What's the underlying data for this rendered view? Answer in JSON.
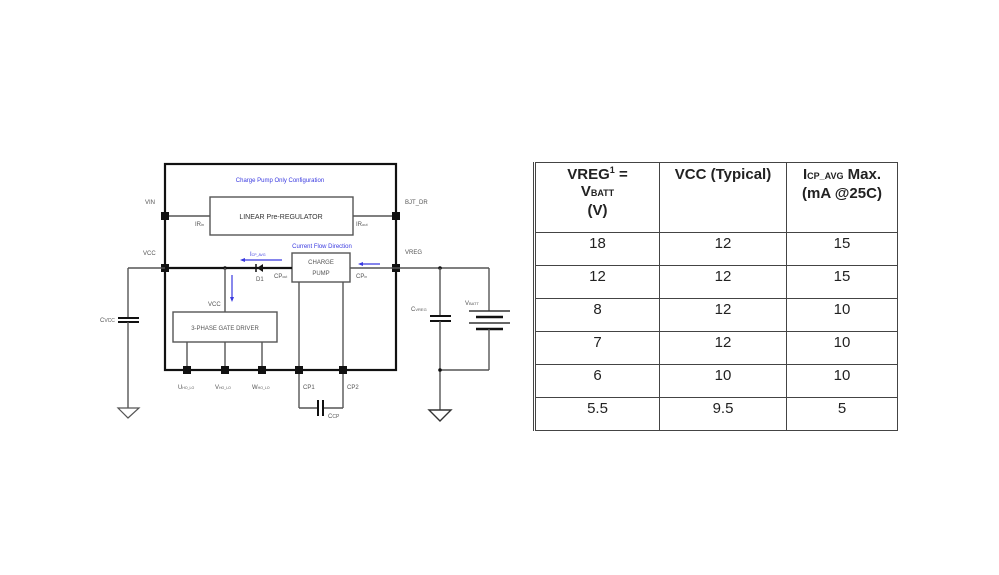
{
  "diagram": {
    "title": "Charge Pump Only Configuration",
    "flow_label": "Current Flow Direction",
    "blocks": {
      "linear_reg": "LINEAR Pre-REGULATOR",
      "charge_pump_line1": "CHARGE",
      "charge_pump_line2": "PUMP",
      "gate_driver": "3-PHASE GATE DRIVER"
    },
    "pins": {
      "vin": "VIN",
      "vcc": "VCC",
      "bjt_dr": "BJT_DR",
      "vreg": "VREG",
      "vcc_driver": "VCC",
      "cp1": "CP1",
      "cp2": "CP2",
      "u": "U",
      "u_sub": "HO_LO",
      "v": "V",
      "v_sub": "HO_LO",
      "w": "W",
      "w_sub": "HO_LO",
      "ir_in": "IR",
      "ir_in_sub": "in",
      "ir_out": "IR",
      "ir_out_sub": "out",
      "cp_out": "CP",
      "cp_out_sub": "out",
      "cp_in": "CP",
      "cp_in_sub": "in"
    },
    "components": {
      "diode": "D1",
      "icp": "I",
      "icp_sub": "CP_AVG",
      "cvcc": "C",
      "cvcc_sub": "VCC",
      "cvreg": "C",
      "cvreg_sub": "VREG",
      "vbatt": "V",
      "vbatt_sub": "BATT",
      "ccp": "C",
      "ccp_sub": "CP"
    }
  },
  "table": {
    "headers": [
      {
        "line1": "VREG",
        "sup": "1",
        "line1_tail": " =",
        "line2": "V",
        "line2_sub": "BATT",
        "line3": "(V)"
      },
      {
        "line1": "VCC (Typical)"
      },
      {
        "pre": "I",
        "sub": "CP_AVG",
        "post": " Max.",
        "line2": "(mA @25C)"
      }
    ],
    "rows": [
      [
        "18",
        "12",
        "15"
      ],
      [
        "12",
        "12",
        "15"
      ],
      [
        "8",
        "12",
        "10"
      ],
      [
        "7",
        "12",
        "10"
      ],
      [
        "6",
        "10",
        "10"
      ],
      [
        "5.5",
        "9.5",
        "5"
      ]
    ]
  },
  "colors": {
    "annotation_blue": "#3a3ae0",
    "wire_gray": "#555555"
  }
}
